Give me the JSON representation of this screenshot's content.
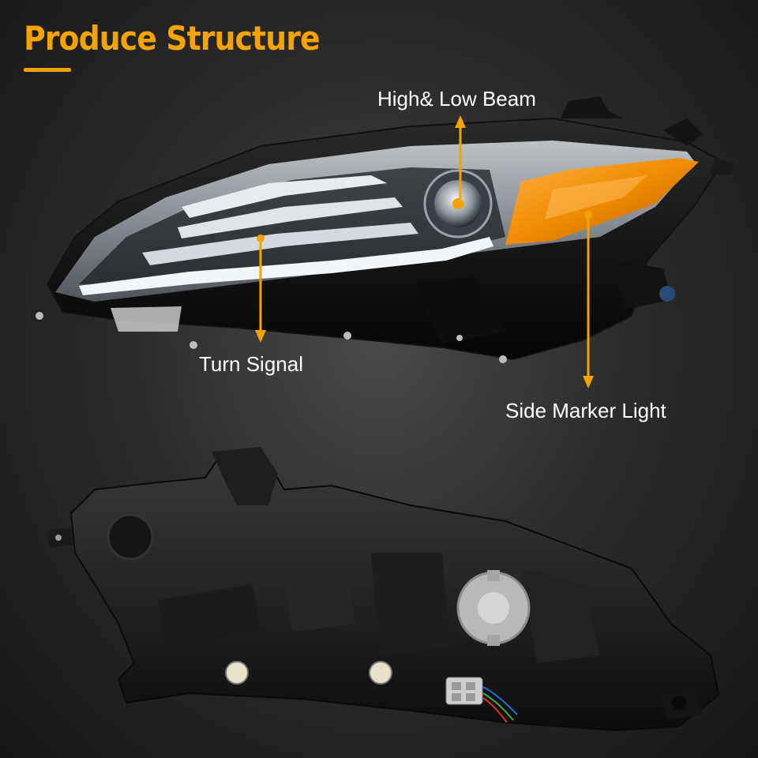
{
  "page": {
    "title": "Produce Structure",
    "accent_color": "#f5a300"
  },
  "callouts": {
    "high_low_beam": "High& Low Beam",
    "turn_signal": "Turn Signal",
    "side_marker": "Side Marker Light"
  },
  "images": {
    "front_view": "headlight-front-icon",
    "rear_view": "headlight-rear-icon"
  }
}
